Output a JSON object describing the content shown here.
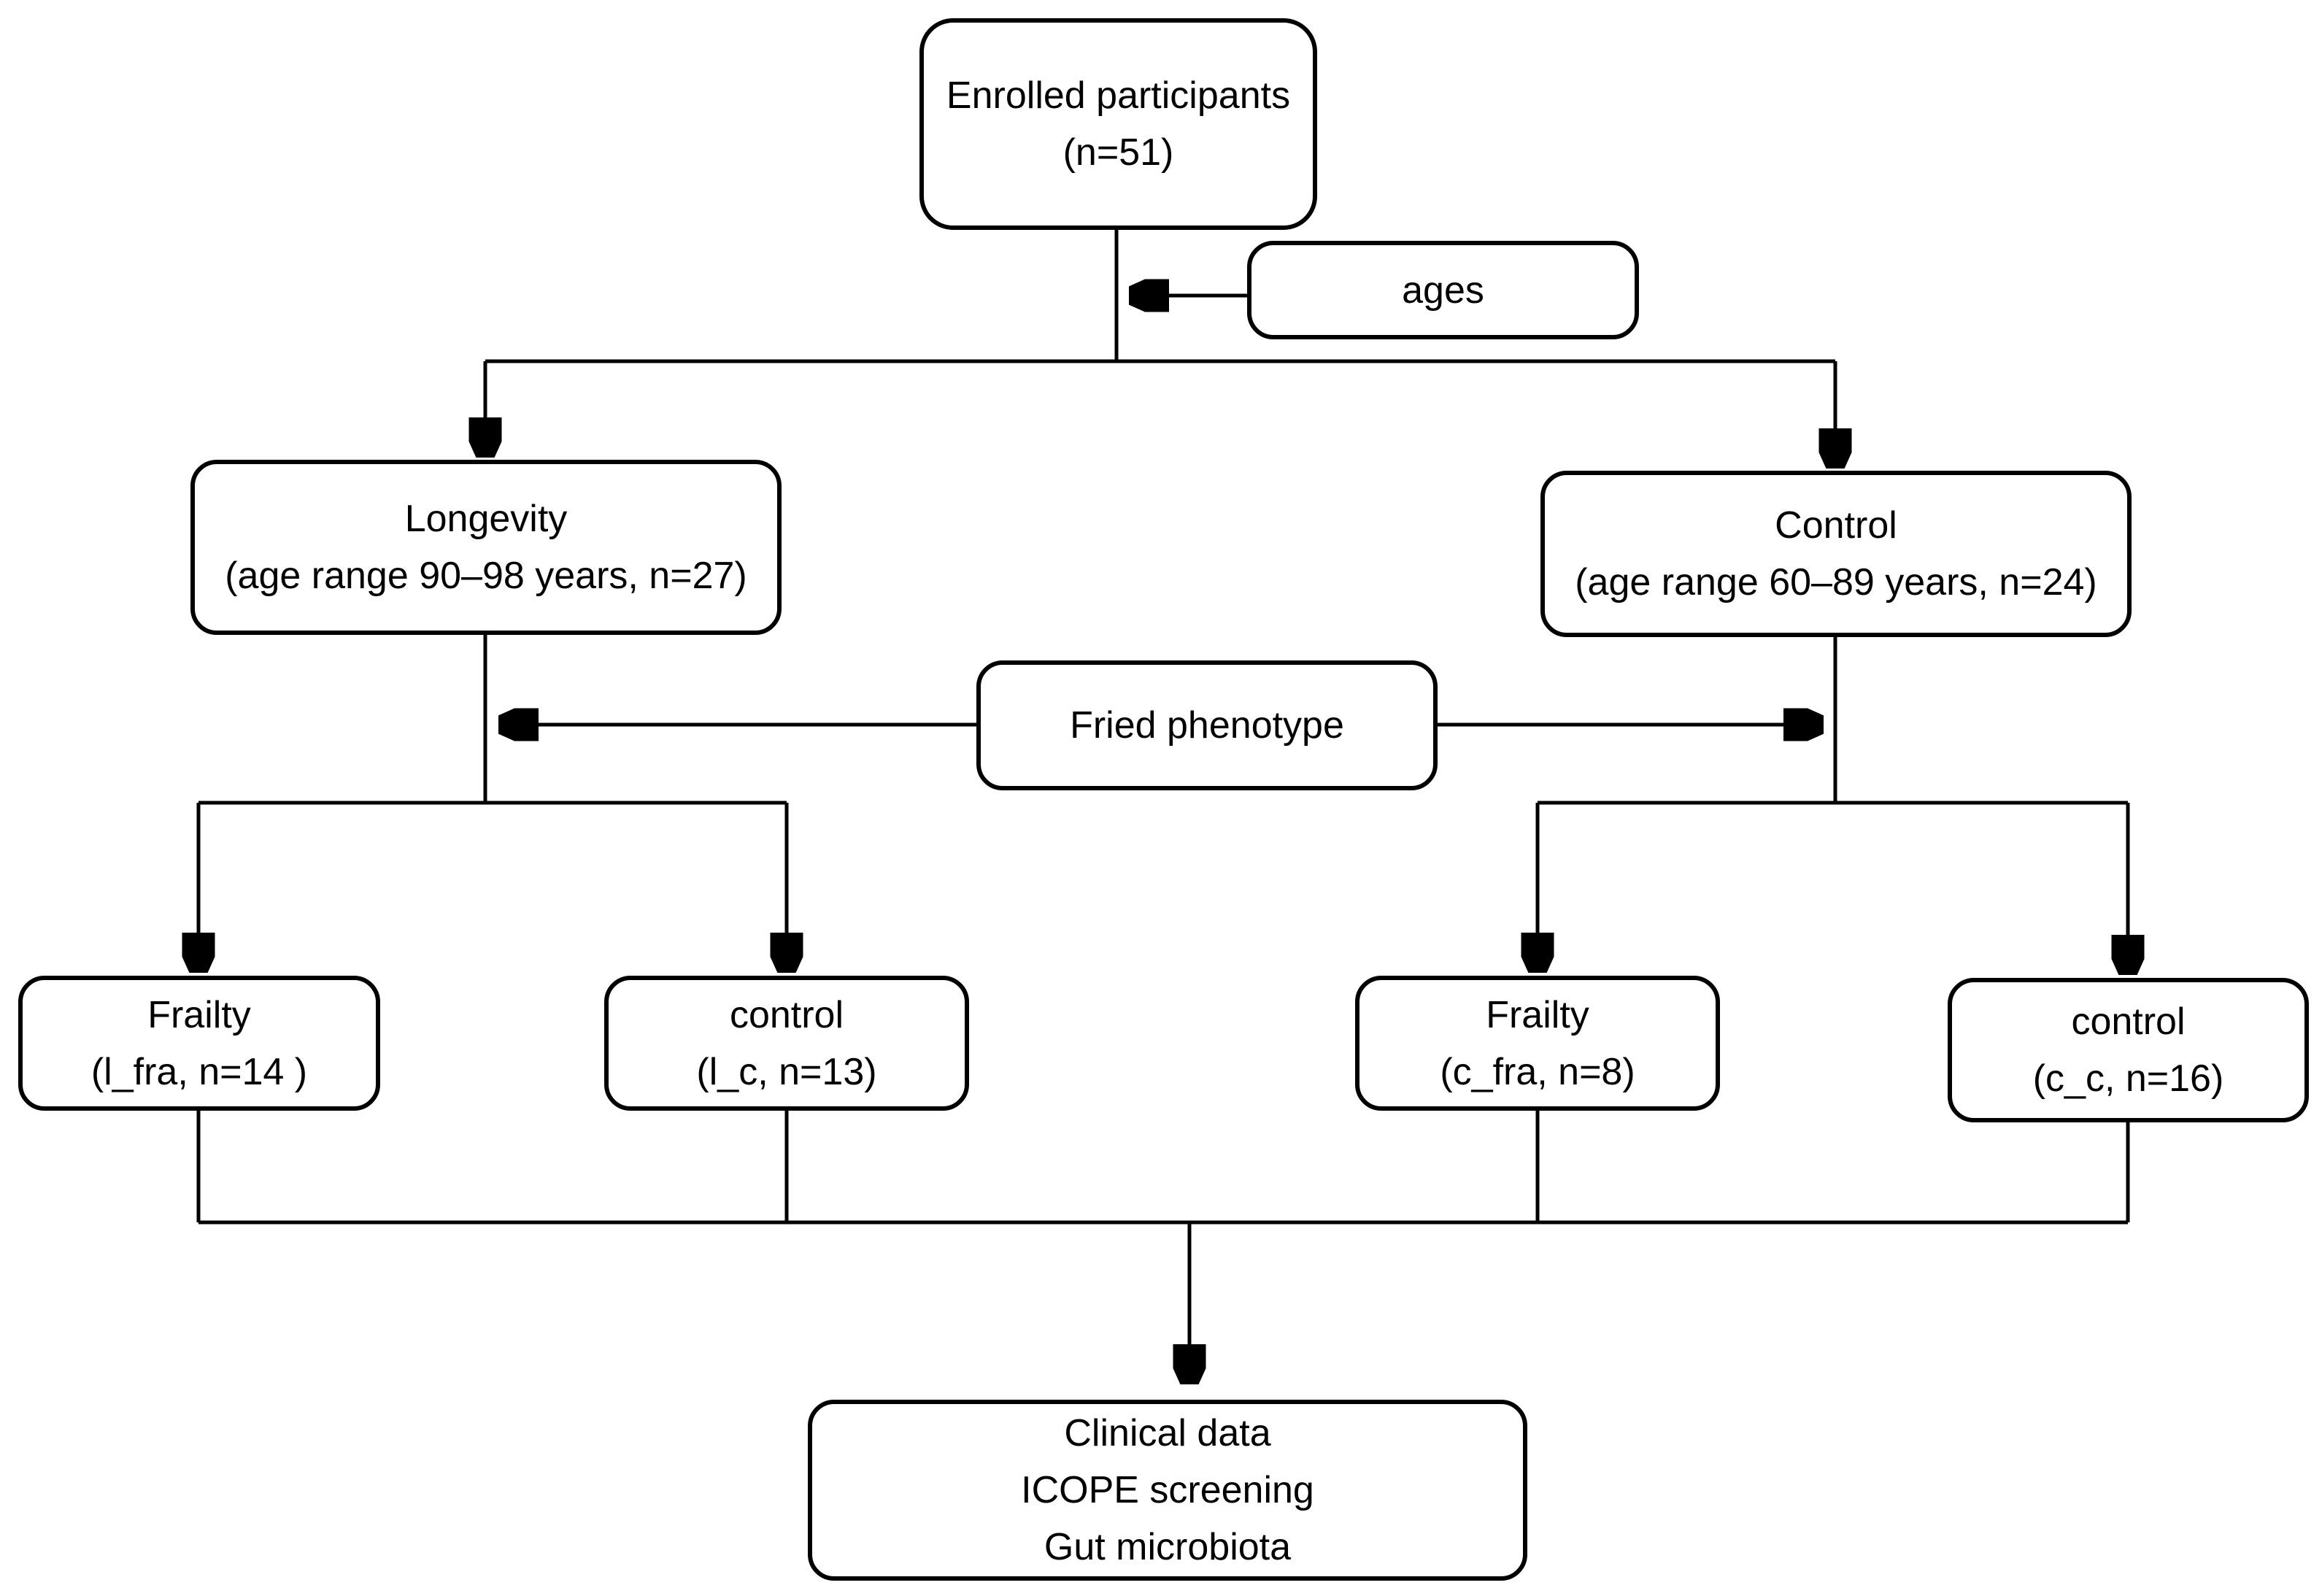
{
  "nodes": {
    "enrolled": {
      "line1": "Enrolled participants",
      "line2": "(n=51)"
    },
    "ages": {
      "label": "ages"
    },
    "longevity": {
      "line1": "Longevity",
      "line2": "(age range 90–98 years, n=27)"
    },
    "control": {
      "line1": "Control",
      "line2": "(age range 60–89 years, n=24)"
    },
    "fried": {
      "label": "Fried phenotype"
    },
    "l_fra": {
      "line1": "Frailty",
      "line2": "(l_fra, n=14 )"
    },
    "l_c": {
      "line1": "control",
      "line2": "(l_c, n=13)"
    },
    "c_fra": {
      "line1": "Frailty",
      "line2": "(c_fra, n=8)"
    },
    "c_c": {
      "line1": "control",
      "line2": "(c_c, n=16)"
    },
    "outcome": {
      "line1": "Clinical data",
      "line2": "ICOPE screening",
      "line3": "Gut microbiota"
    }
  },
  "edges": [
    {
      "from": "Enrolled participants (n=51)",
      "to": "Longevity (age range 90–98 years, n=27)",
      "arrow": true
    },
    {
      "from": "Enrolled participants (n=51)",
      "to": "Control (age range 60–89 years, n=24)",
      "arrow": true
    },
    {
      "from": "ages",
      "to": "enrolled-split-line",
      "arrow": true
    },
    {
      "from": "Fried phenotype",
      "to": "Longevity branch",
      "arrow": true
    },
    {
      "from": "Fried phenotype",
      "to": "Control branch",
      "arrow": true
    },
    {
      "from": "Longevity",
      "to": "Frailty (l_fra, n=14 )",
      "arrow": true
    },
    {
      "from": "Longevity",
      "to": "control (l_c, n=13)",
      "arrow": true
    },
    {
      "from": "Control",
      "to": "Frailty (c_fra, n=8)",
      "arrow": true
    },
    {
      "from": "Control",
      "to": "control (c_c, n=16)",
      "arrow": true
    },
    {
      "from": "all four subgroups",
      "to": "Clinical data / ICOPE screening / Gut microbiota",
      "arrow": true
    }
  ],
  "colors": {
    "background": "#ffffff",
    "box_fill": "#ffffff",
    "box_border": "#000000",
    "line": "#000000",
    "text": "#000000"
  }
}
